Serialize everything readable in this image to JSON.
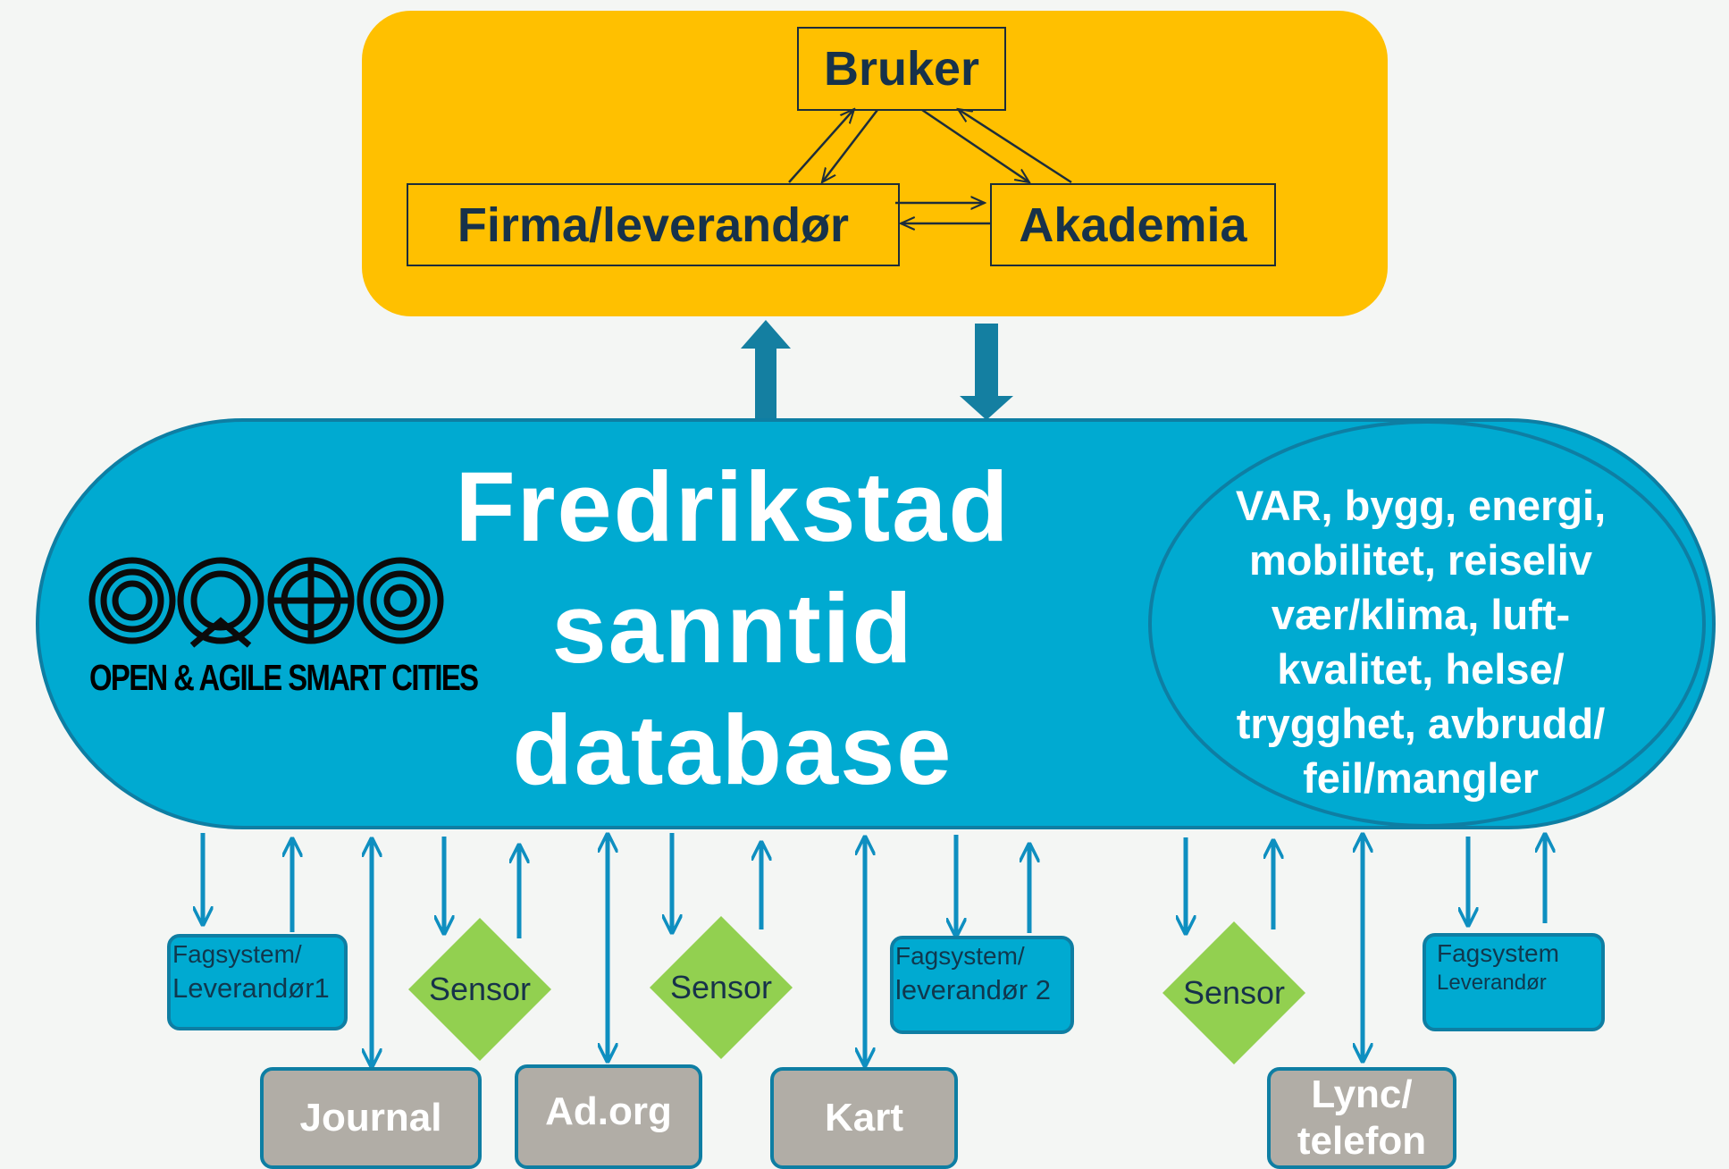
{
  "stakeholders": {
    "user": "Bruker",
    "company": "Firma/leverandør",
    "academia": "Akademia"
  },
  "database": {
    "title_line1": "Fredrikstad",
    "title_line2": "sanntid",
    "title_line3": "database",
    "domains_line1": "VAR, bygg, energi,",
    "domains_line2": "mobilitet, reiseliv",
    "domains_line3": "vær/klima, luft-",
    "domains_line4": "kvalitet, helse/",
    "domains_line5": "trygghet, avbrudd/",
    "domains_line6": "feil/mangler"
  },
  "logo": {
    "name": "OPEN & AGILE SMART CITIES"
  },
  "systems": {
    "fagsystem1_line1": "Fagsystem/",
    "fagsystem1_line2": "Leverandør1",
    "fagsystem2_line1": "Fagsystem/",
    "fagsystem2_line2": "leverandør 2",
    "fagsystem3_line1": "Fagsystem",
    "fagsystem3_line2": "Leverandør",
    "sensor1": "Sensor",
    "sensor2": "Sensor",
    "sensor3": "Sensor",
    "journal": "Journal",
    "adorg": "Ad.org",
    "kart": "Kart",
    "lync_line1": "Lync/",
    "lync_line2": "telefon"
  },
  "colors": {
    "yellow_panel": "#ffc000",
    "database_blue": "#00aad1",
    "border_dark_blue": "#0e7ea3",
    "sensor_green": "#92d050",
    "gray_box": "#b1ada6",
    "arrow_blue": "#0e8fc0"
  }
}
